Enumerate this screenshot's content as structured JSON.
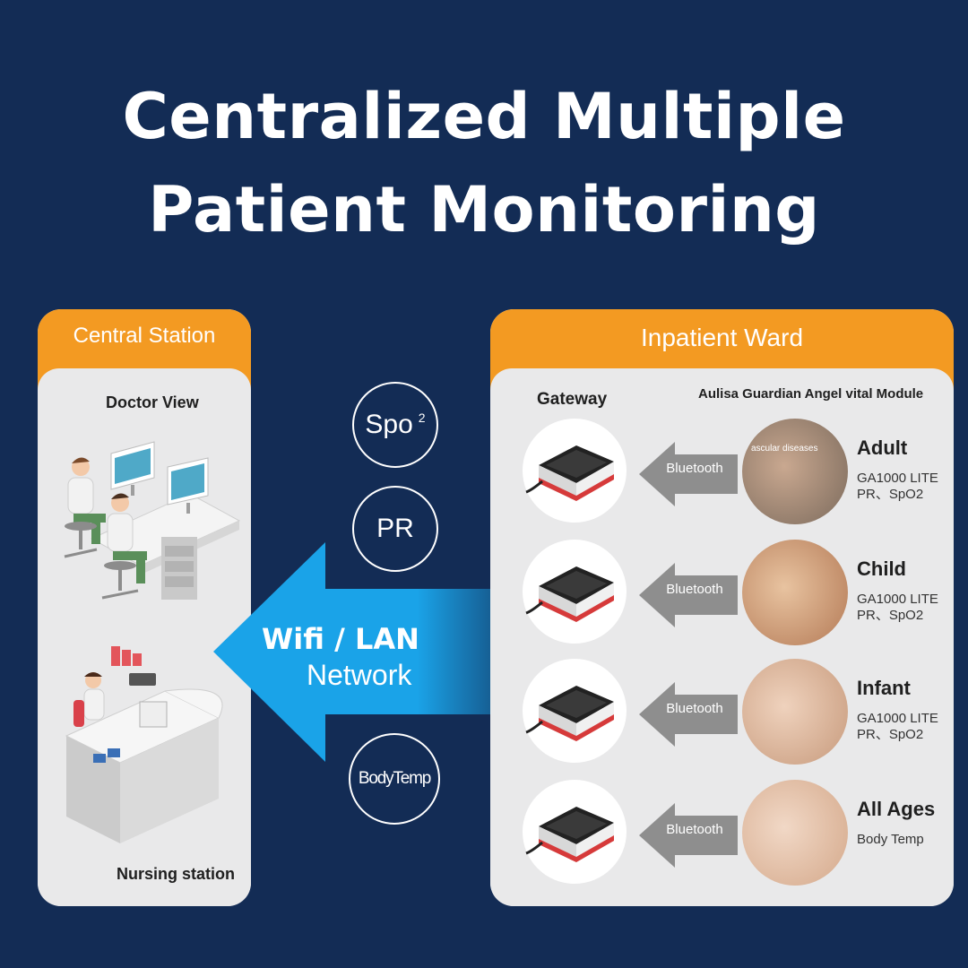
{
  "title": {
    "line1": "Centralized Multiple",
    "line2": "Patient Monitoring"
  },
  "central_station": {
    "header": "Central Station",
    "doctor_view": "Doctor View",
    "nursing_station": "Nursing station"
  },
  "network": {
    "line1": "Wifi / LAN",
    "line2": "Network",
    "params": [
      {
        "label": "Spo",
        "sup": "2"
      },
      {
        "label": "PR",
        "sup": ""
      },
      {
        "label": "BodyTemp",
        "sup": ""
      }
    ]
  },
  "inpatient_ward": {
    "header": "Inpatient Ward",
    "gateway": "Gateway",
    "module": "Aulisa Guardian Angel vital Module",
    "bluetooth": "Bluetooth",
    "photo_caption": "ascular diseases",
    "rows": [
      {
        "title": "Adult",
        "sub": "GA1000 LITE\nPR、SpO2"
      },
      {
        "title": "Child",
        "sub": "GA1000 LITE\nPR、SpO2"
      },
      {
        "title": "Infant",
        "sub": "GA1000 LITE\nPR、SpO2"
      },
      {
        "title": "All Ages",
        "sub": "Body Temp"
      }
    ]
  },
  "colors": {
    "background": "#132c55",
    "accent": "#f39a22",
    "arrow": "#1aa3e8",
    "panel": "#e9e9ea"
  }
}
